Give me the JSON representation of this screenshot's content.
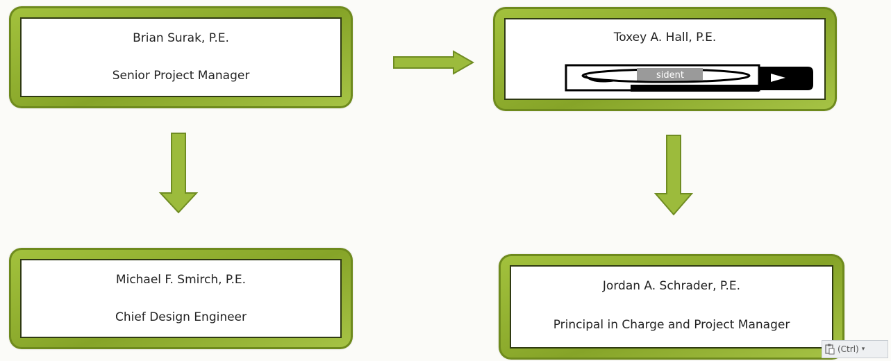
{
  "nodes": {
    "surak": {
      "name": "Brian Surak, P.E.",
      "title": "Senior Project Manager"
    },
    "hall": {
      "name": "Toxey A. Hall, P.E.",
      "title": "sident"
    },
    "smirch": {
      "name": "Michael F. Smirch, P.E.",
      "title": "Chief Design Engineer"
    },
    "schrader": {
      "name": "Jordan A. Schrader, P.E.",
      "title": "Principal in Charge and Project Manager"
    }
  },
  "paste_options": {
    "label": "(Ctrl)",
    "icon": "clipboard-icon"
  },
  "colors": {
    "box_green": "#8fae2e",
    "arrow_green": "#9cbb3c",
    "inner_border": "#2f3a12"
  }
}
